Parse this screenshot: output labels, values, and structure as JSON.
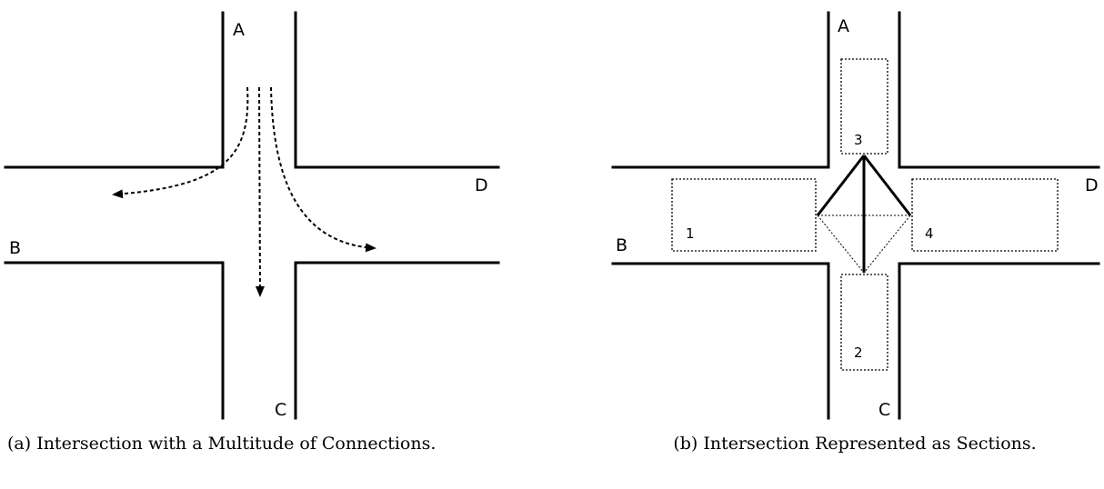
{
  "panel_a": {
    "labels": {
      "a": "A",
      "b": "B",
      "c": "C",
      "d": "D"
    },
    "caption": "(a) Intersection with a Multitude of Connections."
  },
  "panel_b": {
    "labels": {
      "a": "A",
      "b": "B",
      "c": "C",
      "d": "D"
    },
    "sections": [
      "1",
      "2",
      "3",
      "4"
    ],
    "caption": "(b) Intersection Represented as Sections."
  }
}
